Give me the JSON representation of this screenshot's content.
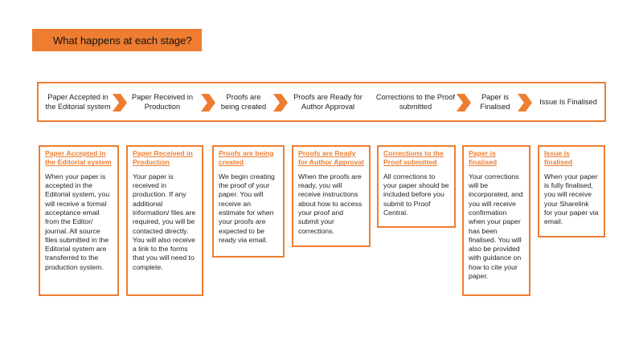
{
  "header": {
    "title": "What happens at each stage?"
  },
  "flow": {
    "steps": [
      "Paper Accepted in the Editorial system",
      "Paper Received in Production",
      "Proofs are being created",
      "Proofs are Ready for Author Approval",
      "Corrections to the Proof submitted",
      "Paper is Finalised",
      "Issue Is Finalised"
    ]
  },
  "cards": [
    {
      "title": "Paper Accepted in the Editorial system",
      "body": "When your paper is accepted in the Editorial system, you will receive a formal acceptance email from the Editor/ journal. All source files submitted in the Editorial system are transferred to the production system."
    },
    {
      "title": "Paper Received  in Production",
      "body": "Your paper is received in production. If any additional information/ files are required, you will be contacted directly. You will also receive a link to the forms that you will need to complete."
    },
    {
      "title": "Proofs are being created",
      "body": "We begin creating the proof of your paper. You will receive an estimate for when your proofs are expected to be ready via email."
    },
    {
      "title": "Proofs are Ready for Author Approval",
      "body": "When the proofs are ready, you will receive instructions about how to access your proof and submit your corrections."
    },
    {
      "title": "Corrections to the Proof submitted",
      "body": "All corrections to your paper should be included before you submit to Proof Central."
    },
    {
      "title": "Paper is finalised",
      "body": "Your corrections will be incorporated, and you will receive confirmation when your paper has been finalised. You will also be provided with guidance on how to cite your paper."
    },
    {
      "title": "Issue is finalised",
      "body": "When your paper is fully finalised, you will receive your Sharelink for your paper via email."
    }
  ],
  "colors": {
    "accent": "#ee7d31"
  }
}
